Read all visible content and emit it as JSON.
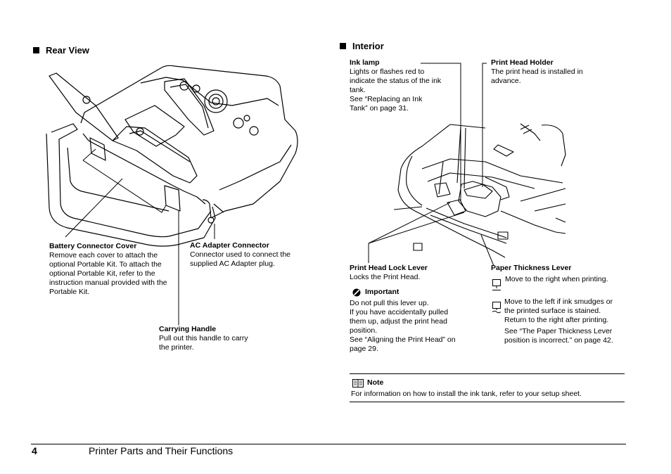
{
  "rear": {
    "title": "Rear View",
    "battery": {
      "label": "Battery Connector Cover",
      "l1": "Remove each cover to attach the",
      "l2": "optional Portable Kit. To attach the",
      "l3": "optional Portable Kit, refer to the",
      "l4": "instruction manual provided with the",
      "l5": "Portable Kit."
    },
    "ac": {
      "label": "AC Adapter Connector",
      "l1": "Connector used to connect the",
      "l2": "supplied AC Adapter plug."
    },
    "handle": {
      "label": "Carrying Handle",
      "l1": "Pull out this handle to carry",
      "l2": "the printer."
    }
  },
  "interior": {
    "title": "Interior",
    "ink": {
      "label": "Ink lamp",
      "l1": "Lights or flashes red to",
      "l2": "indicate the status of the ink",
      "l3": "tank.",
      "l4": "See “Replacing an Ink",
      "l5": "Tank” on page 31."
    },
    "holder": {
      "label": "Print Head Holder",
      "l1": "The print head is installed in",
      "l2": "advance."
    },
    "lock": {
      "label": "Print Head Lock Lever",
      "l1": "Locks the Print Head."
    },
    "important": {
      "label": "Important",
      "l1": "Do not pull this lever up.",
      "l2": "If you have accidentally pulled",
      "l3": "them up, adjust the print head",
      "l4": "position.",
      "l5": "See “Aligning the Print Head” on",
      "l6": "page 29."
    },
    "thickness": {
      "label": "Paper Thickness Lever",
      "right": "Move to the right when printing.",
      "left1": "Move to the left if ink smudges or",
      "left2": "the printed surface is stained.",
      "left3": "Return to the right after printing.",
      "see1": "See “The Paper Thickness Lever",
      "see2": "position is incorrect.” on page 42."
    },
    "note": {
      "label": "Note",
      "text": "For information on how to install the ink tank, refer to your setup sheet."
    }
  },
  "footer": {
    "page_number": "4",
    "title": "Printer Parts and Their Functions"
  }
}
